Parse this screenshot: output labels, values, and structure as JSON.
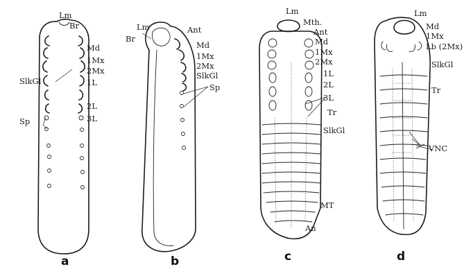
{
  "panels": [
    {
      "id": "a",
      "letter": "a",
      "labels": {
        "Lm": "Lm",
        "Br": "Br",
        "Md": "Md",
        "1Mx": "1Mx",
        "2Mx": "2Mx",
        "SlkGl": "SlkGl",
        "1L": "1L",
        "Sp": "Sp",
        "2L": "2L",
        "3L": "3L"
      }
    },
    {
      "id": "b",
      "letter": "b",
      "labels": {
        "Lm": "Lm",
        "Ant": "Ant",
        "Br": "Br",
        "Md": "Md",
        "1Mx": "1Mx",
        "2Mx": "2Mx",
        "SlkGl": "SlkGl",
        "Sp": "Sp"
      }
    },
    {
      "id": "c",
      "letter": "c",
      "labels": {
        "Lm": "Lm",
        "Mth": "Mth.",
        "Ant": "Ant",
        "Md": "Md",
        "1Mx": "1Mx",
        "2Mx": "2Mx",
        "1L": "1L",
        "2L": "2L",
        "3L": "3L",
        "Tr": "Tr",
        "SlkGl": "SlkGl",
        "MT": "MT",
        "An": "An"
      }
    },
    {
      "id": "d",
      "letter": "d",
      "labels": {
        "Lm": "Lm",
        "Md": "Md",
        "1Mx": "1Mx",
        "Lb": "Lb (2Mx)",
        "SlkGl": "SlkGl",
        "Tr": "Tr",
        "VNC": "VNC"
      }
    }
  ]
}
